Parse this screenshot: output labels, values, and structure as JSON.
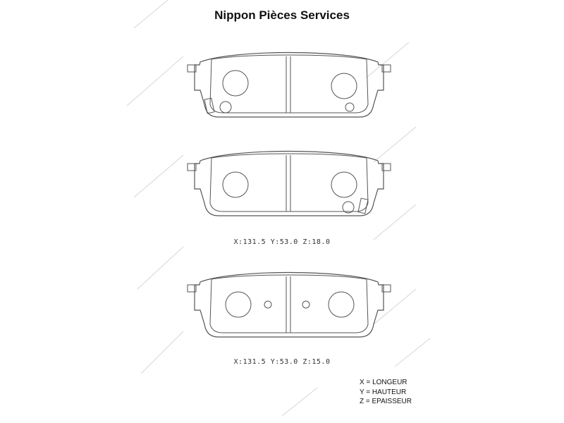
{
  "header": {
    "title": "Nippon Pièces Services"
  },
  "pads": [
    {
      "dimensions": ""
    },
    {
      "dimensions": "X:131.5  Y:53.0  Z:18.0"
    },
    {
      "dimensions": "X:131.5  Y:53.0  Z:15.0"
    }
  ],
  "legend": {
    "x": "X = LONGEUR",
    "y": "Y = HAUTEUR",
    "z": "Z = EPAISSEUR"
  },
  "colors": {
    "line": "#555555",
    "watermark": "#d8d8d8"
  }
}
